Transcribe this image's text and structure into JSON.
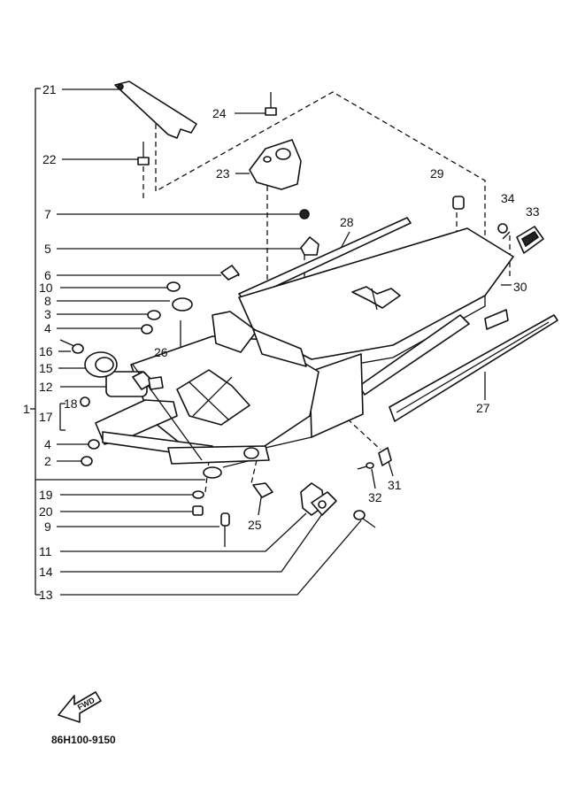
{
  "diagram": {
    "part_code": "86H100-9150",
    "fwd_label": "FWD",
    "callouts": {
      "c1": "1",
      "c2": "2",
      "c3": "3",
      "c4": "4",
      "c4b": "4",
      "c5": "5",
      "c6": "6",
      "c7": "7",
      "c8": "8",
      "c9": "9",
      "c10": "10",
      "c11": "11",
      "c12": "12",
      "c13": "13",
      "c14": "14",
      "c15": "15",
      "c16": "16",
      "c17": "17",
      "c18": "18",
      "c19": "19",
      "c20": "20",
      "c21": "21",
      "c22": "22",
      "c23": "23",
      "c24": "24",
      "c25": "25",
      "c26": "26",
      "c27": "27",
      "c28": "28",
      "c29": "29",
      "c30": "30",
      "c31": "31",
      "c32": "32",
      "c33": "33",
      "c34": "34"
    },
    "line_color": "#111111"
  }
}
